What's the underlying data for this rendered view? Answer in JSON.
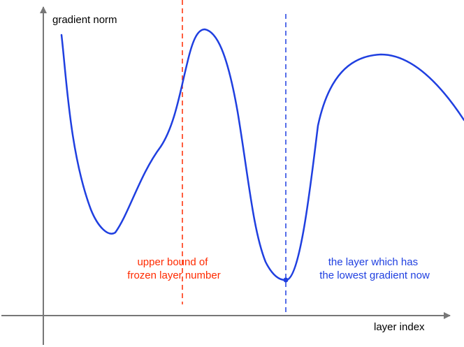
{
  "axes": {
    "y_label": "gradient norm",
    "x_label": "layer index"
  },
  "annotations": {
    "frozen_bound": {
      "lines": [
        "upper bound of",
        "frozen layer number"
      ],
      "color": "#ff2a00"
    },
    "lowest_gradient": {
      "lines": [
        "the layer which has",
        "the lowest gradient now"
      ],
      "color": "#1f3fe0"
    }
  },
  "colors": {
    "axis": "#777777",
    "curve": "#1f3fe0",
    "frozen_line": "#ff2a00",
    "min_line": "#1f3fe0"
  }
}
